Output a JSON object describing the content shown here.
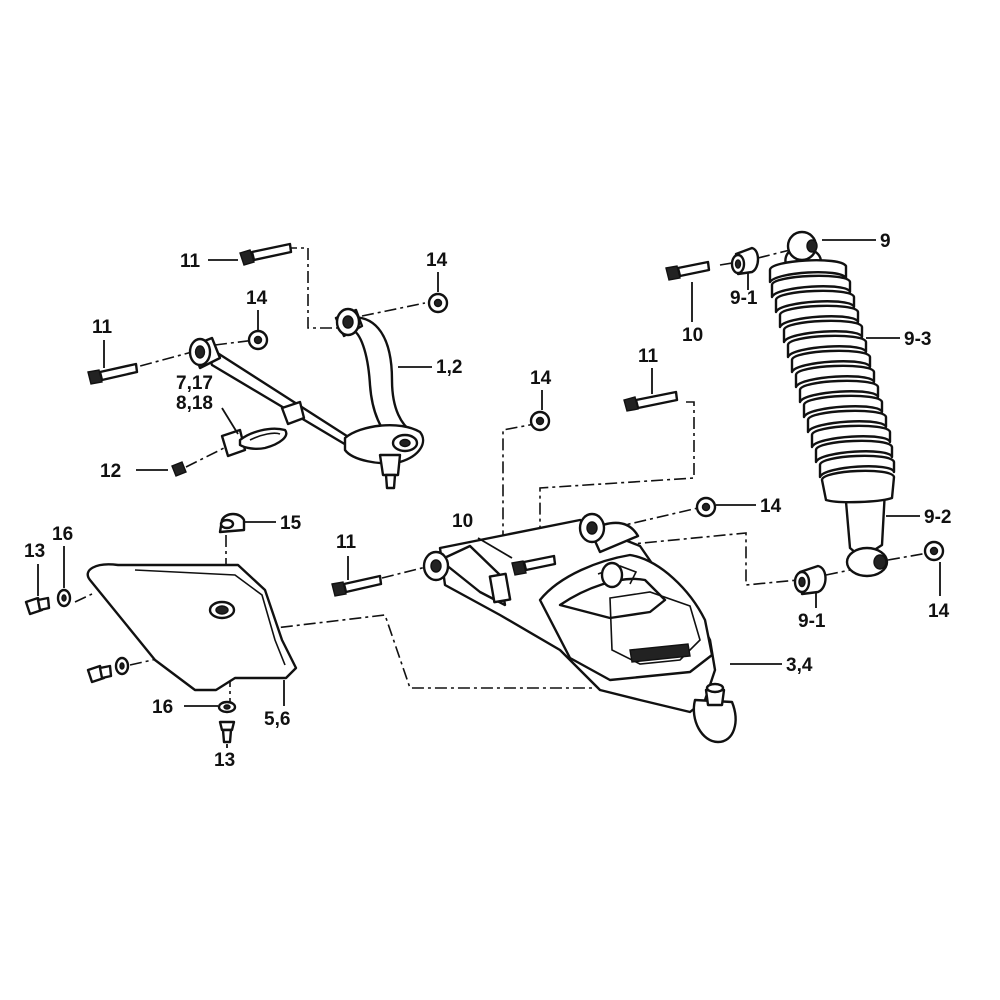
{
  "diagram": {
    "callouts": {
      "c11_top": "11",
      "c14_top_right": "14",
      "c14_upper_arm": "14",
      "c11_upper_left": "11",
      "c1_2": "1,2",
      "c7_17": "7,17",
      "c8_18": "8,18",
      "c12": "12",
      "c9": "9",
      "c9_1_top": "9-1",
      "c10_top": "10",
      "c9_3": "9-3",
      "c14_mid": "14",
      "c11_mid": "11",
      "c14_right": "14",
      "c9_2": "9-2",
      "c10_lower": "10",
      "c15": "15",
      "c11_lower": "11",
      "c16_left": "16",
      "c13_left": "13",
      "c9_1_lower": "9-1",
      "c14_lower_right": "14",
      "c3_4": "3,4",
      "c16_bottom": "16",
      "c5_6": "5,6",
      "c13_bottom": "13"
    }
  }
}
